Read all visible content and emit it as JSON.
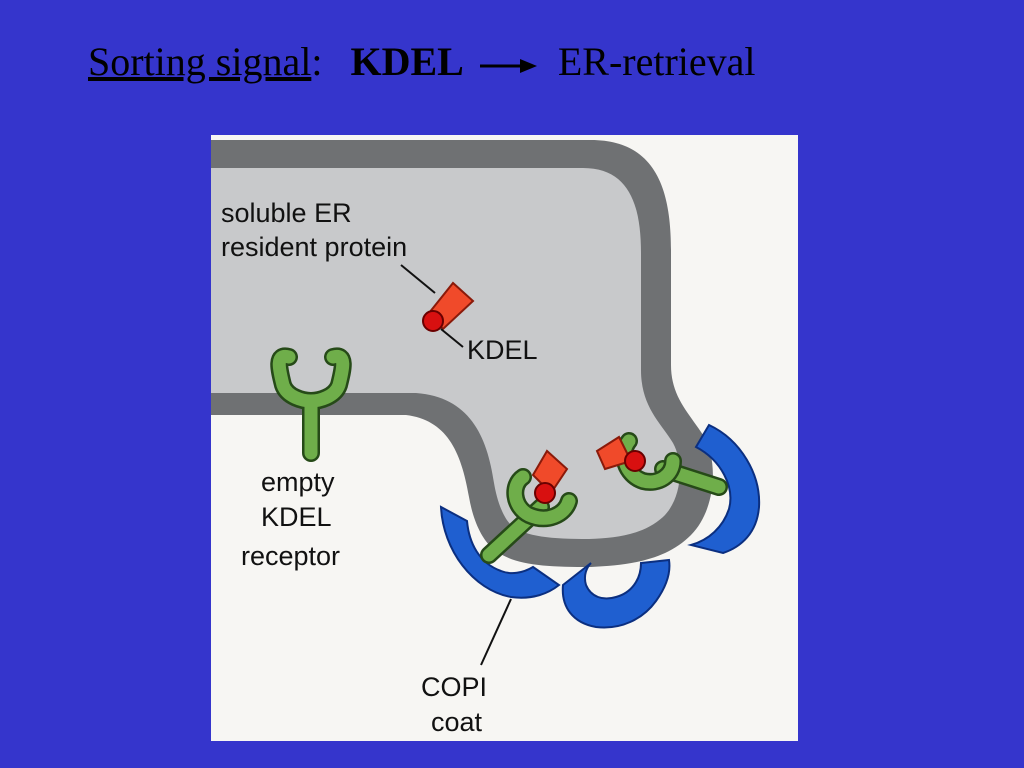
{
  "title": {
    "label": "Sorting signal",
    "colon": ":",
    "signal": "KDEL",
    "result": "ER-retrieval"
  },
  "diagram": {
    "labels": {
      "soluble_line1": "soluble ER",
      "soluble_line2": "resident protein",
      "kdel": "KDEL",
      "empty_line1": "empty",
      "empty_line2": "KDEL",
      "empty_line3": "receptor",
      "copi_line1": "COPI",
      "copi_line2": "coat"
    },
    "colors": {
      "background": "#3535cc",
      "membrane": "#6f7173",
      "lumen": "#c8c9cb",
      "receptor": "#6fae4a",
      "protein": "#f04a2a",
      "kdel_ball": "#d81010",
      "coat": "#1f5fd0"
    }
  }
}
